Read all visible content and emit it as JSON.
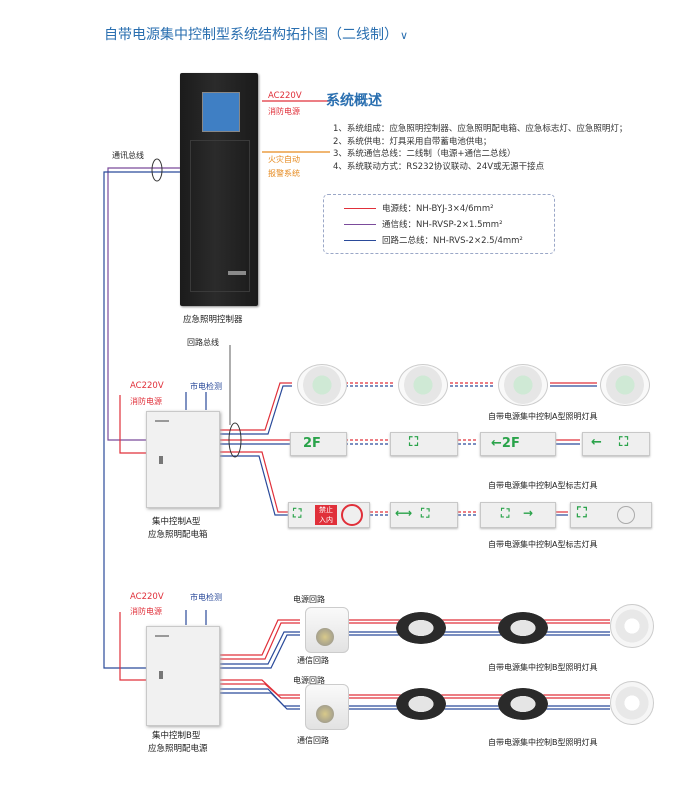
{
  "title": "自带电源集中控制型系统结构拓扑图（二线制）",
  "title_chevron": "∨",
  "overview": {
    "heading": "系统概述",
    "items": [
      "1、系统组成：应急照明控制器、应急照明配电箱、应急标志灯、应急照明灯；",
      "2、系统供电：灯具采用自带蓄电池供电；",
      "3、系统通信总线：二线制（电源+通信二总线）",
      "4、系统联动方式：RS232协议联动、24V或无源干接点"
    ]
  },
  "legend": [
    {
      "label": "电源线：NH-BYJ-3×4/6mm²",
      "color": "#e0303a"
    },
    {
      "label": "通信线：NH-RVSP-2×1.5mm²",
      "color": "#7b4b9b"
    },
    {
      "label": "回路二总线：NH-RVS-2×2.5/4mm²",
      "color": "#2a4a9a"
    }
  ],
  "controller": {
    "ac_label": "AC220V",
    "fire_power": "消防电源",
    "fire_alarm_1": "火灾自动",
    "fire_alarm_2": "报警系统",
    "name": "应急照明控制器"
  },
  "comm_bus": "通讯总线",
  "loop_bus": "回路总线",
  "box_a": {
    "ac_label": "AC220V",
    "fire_power": "消防电源",
    "mains_detect": "市电检测",
    "name_1": "集中控制A型",
    "name_2": "应急照明配电箱"
  },
  "box_b": {
    "ac_label": "AC220V",
    "fire_power": "消防电源",
    "mains_detect": "市电检测",
    "name_1": "集中控制B型",
    "name_2": "应急照明配电源"
  },
  "row_labels": {
    "a_lamps": "自带电源集中控制A型照明灯具",
    "a_signs_1": "自带电源集中控制A型标志灯具",
    "a_signs_2": "自带电源集中控制A型标志灯具",
    "b_lamps_1": "自带电源集中控制B型照明灯具",
    "b_lamps_2": "自带电源集中控制B型照明灯具"
  },
  "b_loop": {
    "power_loop_1": "电源回路",
    "comm_loop_1": "通信回路",
    "power_loop_2": "电源回路",
    "comm_loop_2": "通信回路"
  },
  "signs_row1": [
    "2F",
    "",
    "←2F",
    "←"
  ],
  "signs_row2": {
    "no_entry_1": "禁止",
    "no_entry_2": "入内"
  },
  "colors": {
    "power": "#e0303a",
    "comm": "#7b4b9b",
    "bus": "#2a4a9a",
    "title": "#2a6fb0",
    "sign_green": "#2aa34a"
  }
}
